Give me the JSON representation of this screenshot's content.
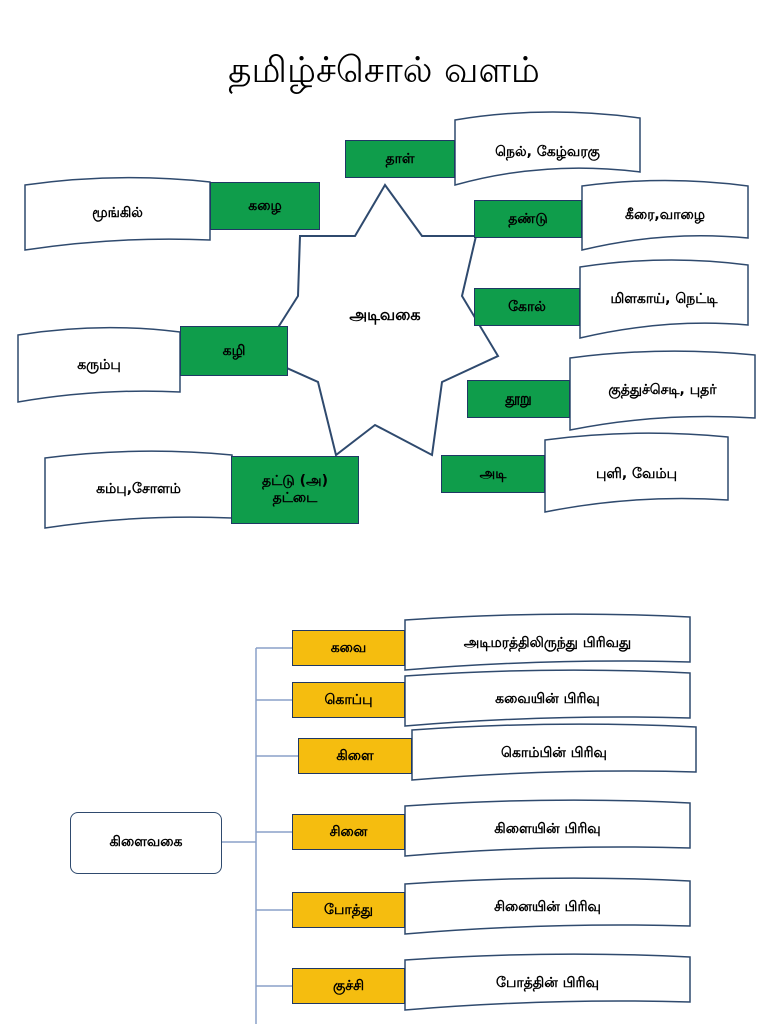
{
  "title": "தமிழ்ச்சொல்  வளம்",
  "star": {
    "label": "அடிவகை"
  },
  "stem_types": [
    {
      "term": "தாள்",
      "example": "நெல், கேழ்வரகு"
    },
    {
      "term": "தண்டு",
      "example": "கீரை,வாழை"
    },
    {
      "term": "கோல்",
      "example": "மிளகாய், நெட்டி"
    },
    {
      "term": "தூறு",
      "example": "குத்துச்செடி, புதர்"
    },
    {
      "term": "அடி",
      "example": "புளி, வேம்பு"
    },
    {
      "term": "கழை",
      "example": "மூங்கில்"
    },
    {
      "term": "கழி",
      "example": "கரும்பு"
    },
    {
      "term": "தட்டு (அ) தட்டை",
      "example": "கம்பு,சோளம்"
    }
  ],
  "branch_root": "கிளைவகை",
  "branch_types": [
    {
      "term": "கவை",
      "meaning": "அடிமரத்திலிருந்து பிரிவது"
    },
    {
      "term": "கொப்பு",
      "meaning": "கவையின் பிரிவு"
    },
    {
      "term": "கிளை",
      "meaning": "கொம்பின் பிரிவு"
    },
    {
      "term": "சினை",
      "meaning": "கிளையின் பிரிவு"
    },
    {
      "term": "போத்து",
      "meaning": "சினையின் பிரிவு"
    },
    {
      "term": "குச்சி",
      "meaning": "போத்தின் பிரிவு"
    }
  ],
  "colors": {
    "green": "#0f9d4b",
    "gold": "#f5bd0f",
    "outline": "#2f4a6e"
  }
}
